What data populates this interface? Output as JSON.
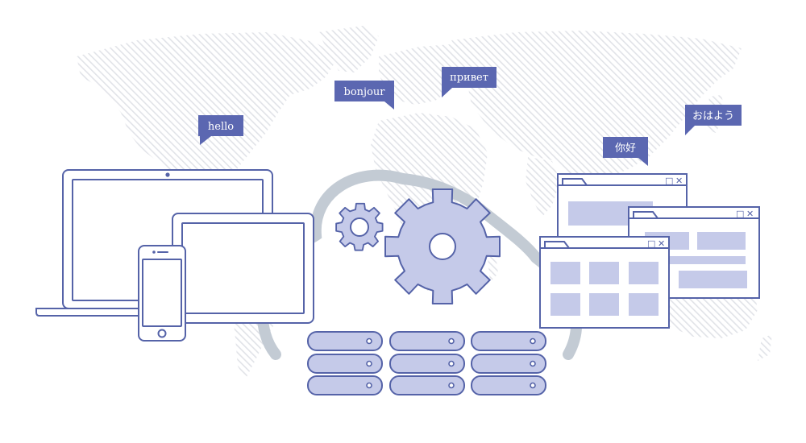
{
  "greetings": [
    {
      "id": "hello",
      "text": "hello"
    },
    {
      "id": "bonjour",
      "text": "bonjour"
    },
    {
      "id": "privet",
      "text": "привет"
    },
    {
      "id": "ohayou",
      "text": "おはよう"
    },
    {
      "id": "nihao",
      "text": "你好"
    }
  ],
  "window_controls": {
    "minimize": "_",
    "maximize": "□",
    "close": "✕"
  },
  "colors": {
    "outline": "#5563a8",
    "fill": "#c5cae9",
    "bubble": "#5b67b1",
    "cloud": "#c3cbd4",
    "map": "#e4e6ea"
  },
  "icons": [
    "world-map-icon",
    "laptop-icon",
    "tablet-icon",
    "smartphone-icon",
    "cloud-icon",
    "gear-icon",
    "server-icon",
    "browser-window-icon"
  ]
}
